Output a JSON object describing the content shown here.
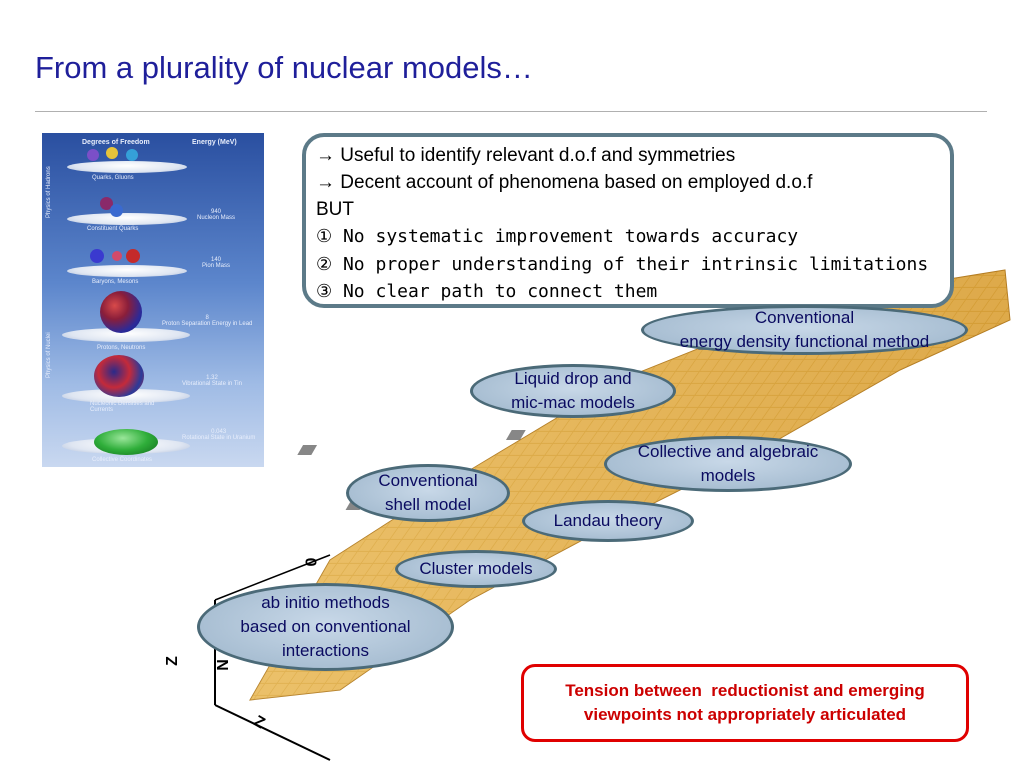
{
  "title": "From a plurality of nuclear models…",
  "hierarchy": {
    "header_left": "Degrees of Freedom",
    "header_right": "Energy (MeV)",
    "side_top": "Physics of Hadrons",
    "side_bottom": "Physics of Nuclei",
    "levels": [
      {
        "label": "Quarks, Gluons",
        "energy": ""
      },
      {
        "label": "Constituent Quarks",
        "energy": "940\nNucleon Mass"
      },
      {
        "label": "Baryons, Mesons",
        "energy": "140\nPion Mass"
      },
      {
        "label": "Protons, Neutrons",
        "energy": "8\nProton Separation Energy in Lead"
      },
      {
        "label": "Nucleonic Densities and Currents",
        "energy": "1.32\nVibrational State in Tin"
      },
      {
        "label": "Collective Coordinates",
        "energy": "0.043\nRotational State in Uranium"
      }
    ]
  },
  "info": {
    "line1": "→ Useful to identify relevant d.o.f and symmetries",
    "line2": "→ Decent account of phenomena based on employed d.o.f",
    "line3": "BUT",
    "line4": "① No systematic improvement towards accuracy",
    "line5": "② No proper understanding of their intrinsic limitations",
    "line6": "③ No clear path to connect them"
  },
  "models": {
    "edf": "Conventional\nenergy density functional method",
    "liquid_drop": "Liquid drop and\nmic-mac models",
    "collective": "Collective and algebraic\nmodels",
    "shell": "Conventional\nshell model",
    "landau": "Landau theory",
    "cluster": "Cluster models",
    "ab_initio": "ab initio methods\nbased on conventional\ninteractions"
  },
  "axes": {
    "z_label": "Z",
    "n_label": "N",
    "zero_label": "0"
  },
  "tension": "Tension between  reductionist and emerging\nviewpoints not appropriately articulated",
  "colors": {
    "title": "#1f1f9a",
    "bubble_border": "#4b6a78",
    "tension": "#cc0000"
  }
}
